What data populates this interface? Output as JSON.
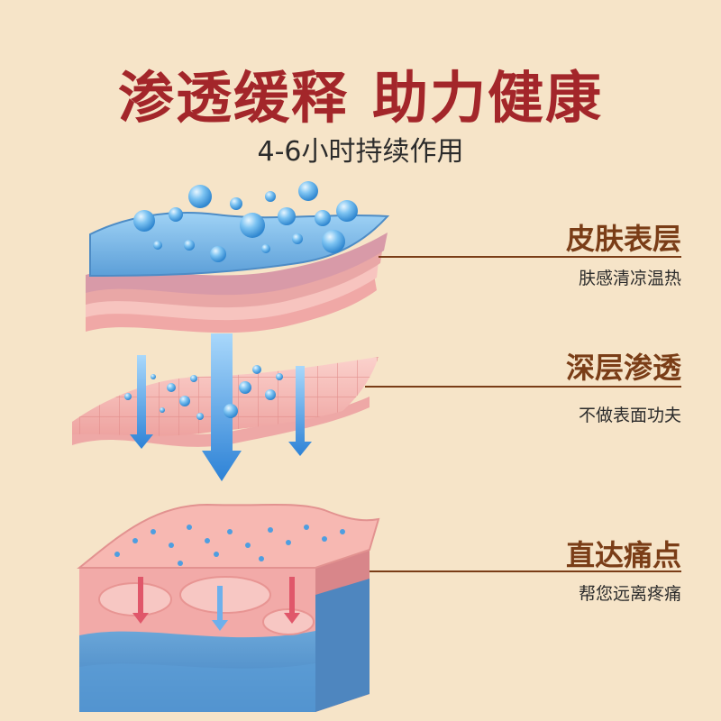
{
  "header": {
    "title_part1": "渗透缓释",
    "title_part2": "助力健康",
    "subtitle": "4-6小时持续作用"
  },
  "layers": [
    {
      "title": "皮肤表层",
      "subtitle": "肤感清凉温热"
    },
    {
      "title": "深层渗透",
      "subtitle": "不做表面功夫"
    },
    {
      "title": "直达痛点",
      "subtitle": "帮您远离疼痛"
    }
  ],
  "colors": {
    "background": "#f6e4c8",
    "headline": "#a3262a",
    "label": "#7a3d17",
    "skin_blue": "#5fa8e0",
    "skin_pink": "#f4b8b4",
    "arrow_blue": "#3f8fd8"
  }
}
